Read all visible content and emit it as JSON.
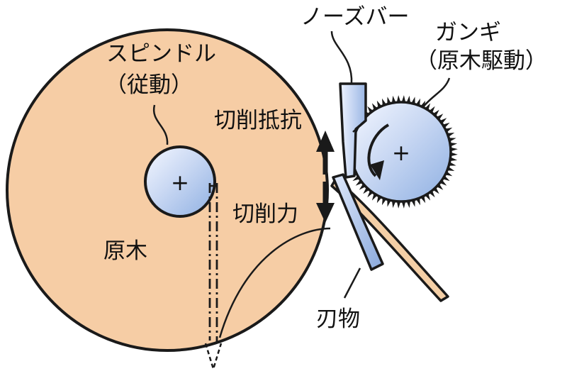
{
  "labels": {
    "nose_bar": "ノーズバー",
    "gangi_line1": "ガンギ",
    "gangi_line2": "（原木駆動）",
    "spindle_line1": "スピンドル",
    "spindle_line2": "（従動）",
    "cutting_resistance": "切削抵抗",
    "cutting_force": "切削力",
    "log": "原木",
    "knife": "刃物",
    "spindle_center_mark": "+",
    "gangi_center_mark": "+"
  },
  "colors": {
    "log_fill": "#f6cda5",
    "metal_light": "#f2f6ff",
    "metal_dark": "#9db7e6",
    "outline": "#1a1a1a",
    "veneer_fill": "#f4cfa6"
  },
  "icons": {
    "rotation_arrow": "curved-arrow-icon",
    "force_arrow": "double-arrow-icon"
  }
}
